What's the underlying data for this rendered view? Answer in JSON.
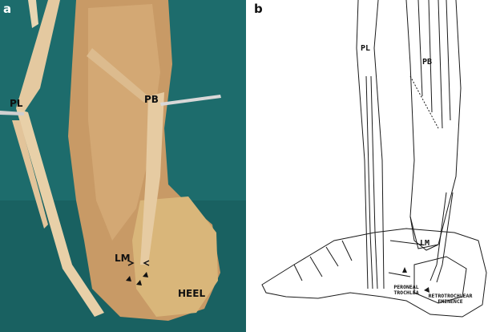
{
  "panels": {
    "a": {
      "letter": "a",
      "labels": {
        "pl": "PL",
        "pb": "PB",
        "lm": "LM",
        "heel": "HEEL"
      }
    },
    "b": {
      "letter": "b",
      "labels": {
        "pl": "PL",
        "pb": "PB",
        "lm": "LM",
        "peroneal_trochlea": "PERONEAL TROCHLEA",
        "retrotrochlear_eminence": "RETROTROCHLEAR EMINENCE"
      }
    }
  },
  "colors": {
    "background_drape": "#1d6c6c",
    "tissue": "#c89a66",
    "tendon": "#e4c9a0",
    "line_drawing": "#1a1a1a"
  }
}
